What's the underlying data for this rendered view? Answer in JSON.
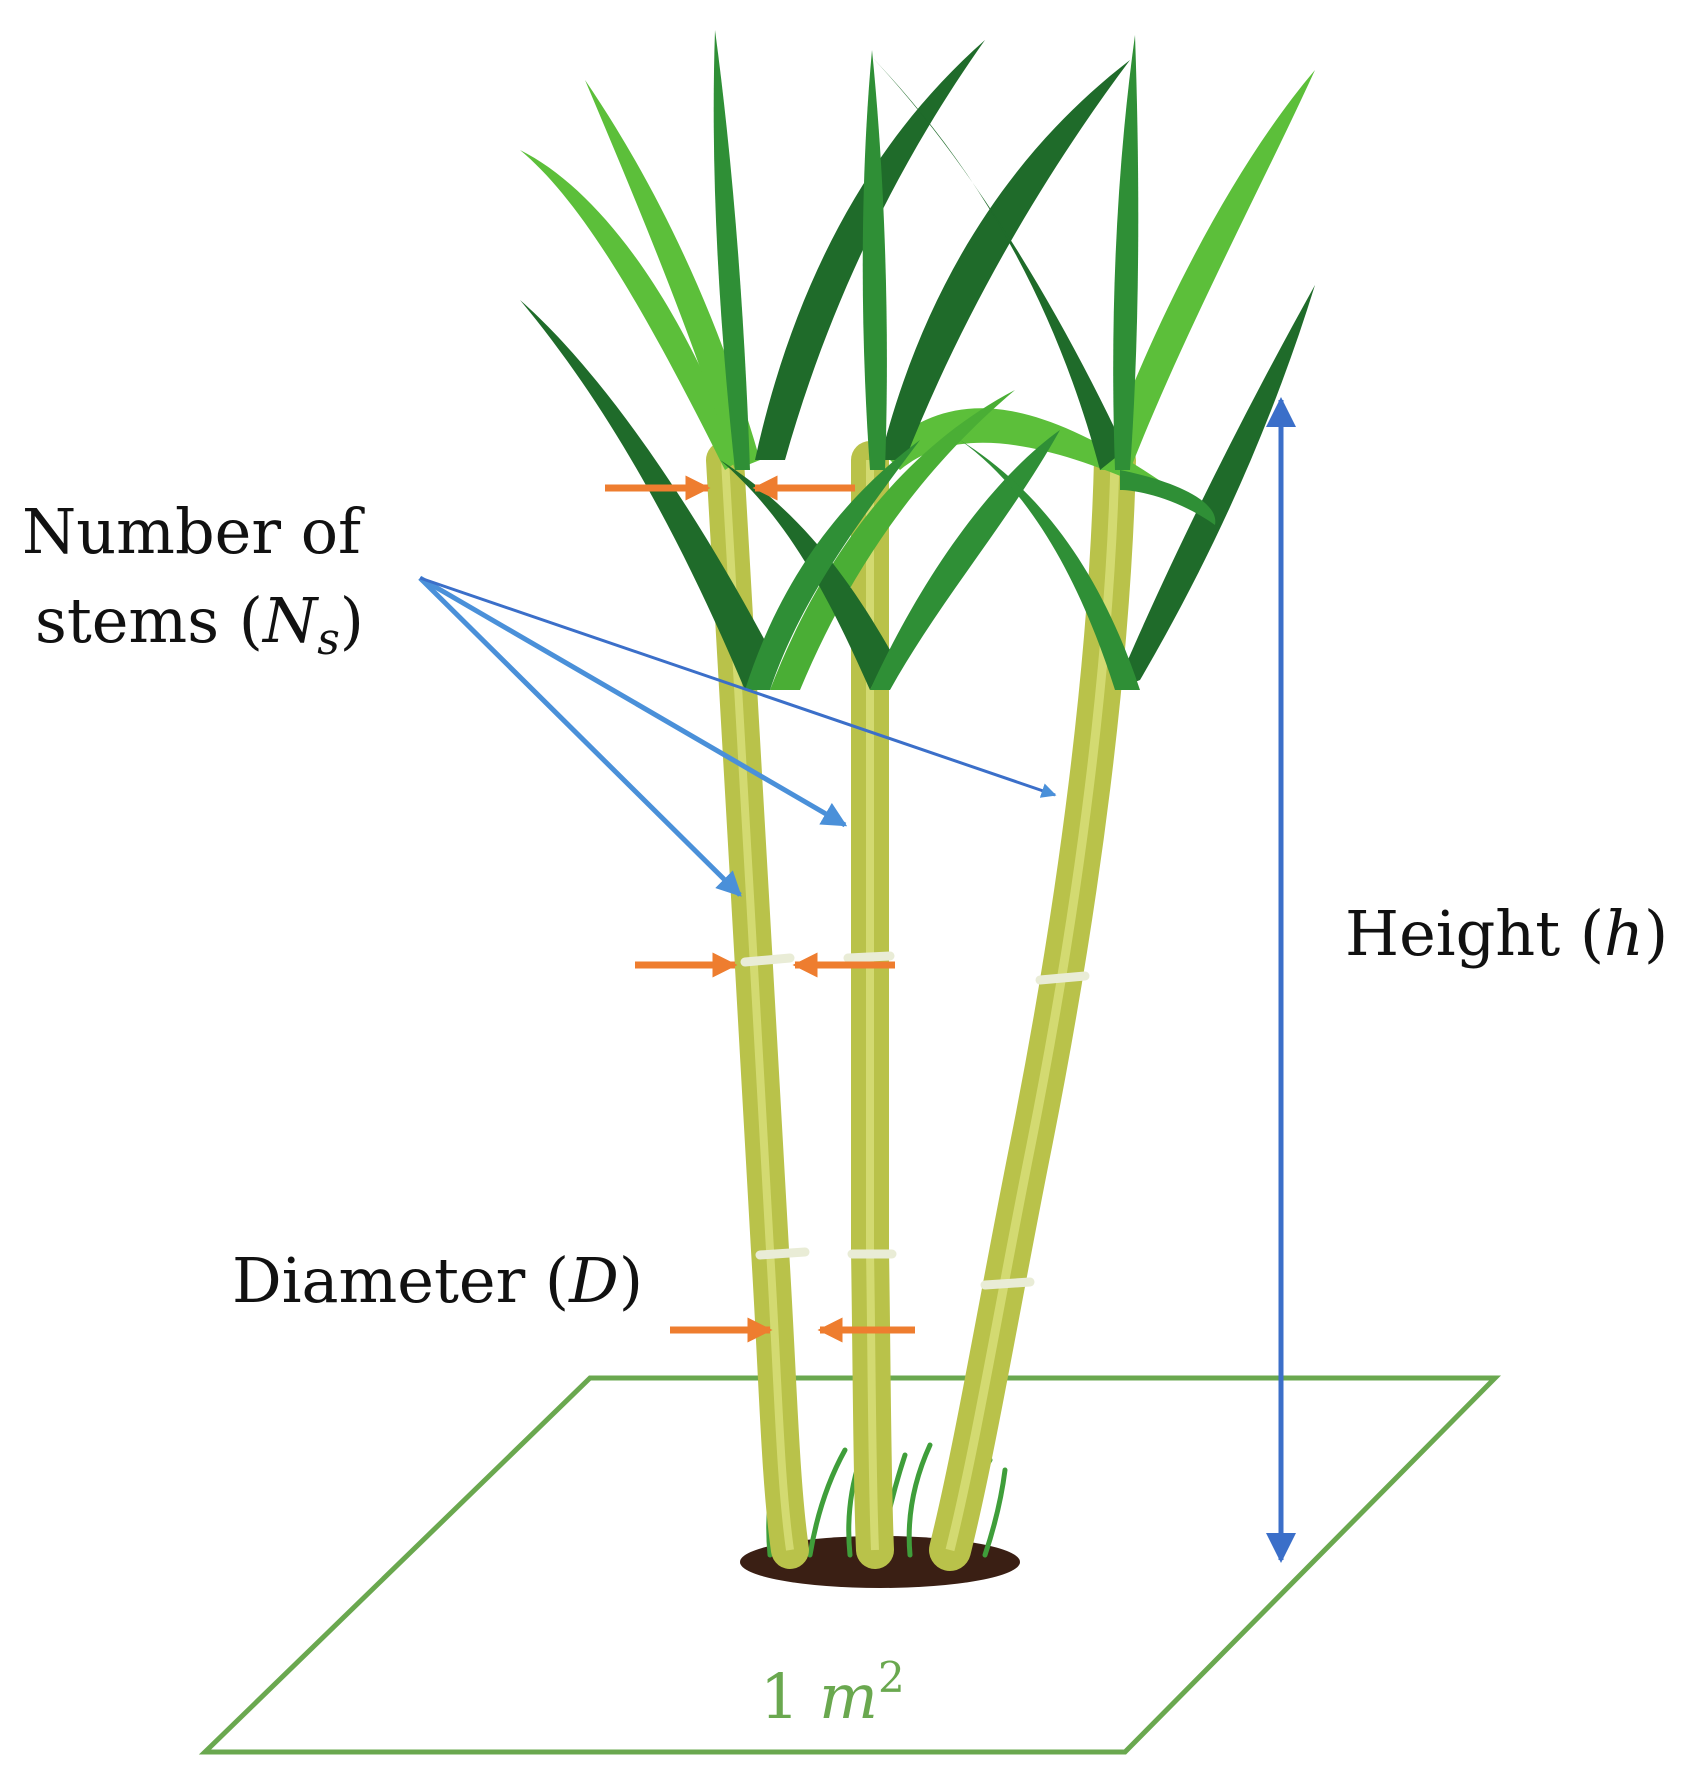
{
  "labels": {
    "stems_line1": "Number of",
    "stems_line2_prefix": "stems (",
    "stems_symbol": "N",
    "stems_subscript": "s",
    "stems_suffix": ")",
    "height_prefix": "Height (",
    "height_symbol": "h",
    "height_suffix": ")",
    "diameter_prefix": "Diameter (",
    "diameter_symbol": "D",
    "diameter_suffix": ")",
    "area_number": "1 ",
    "area_unit": "m",
    "area_exponent": "2"
  },
  "colors": {
    "leaf_dark": "#1f6b2a",
    "leaf_mid": "#2f8f36",
    "leaf_light": "#5cbf3a",
    "stem": "#b9c24a",
    "stem_highlight": "#d9e07a",
    "soil": "#3a1f14",
    "plot_outline": "#6aa84f",
    "height_arrow": "#3b6fc9",
    "stems_arrow": "#4a90d9",
    "diameter_arrow": "#ee7d2f",
    "area_text": "#6aa84f"
  },
  "icons": {
    "plant": "sugarcane-plant-icon",
    "plot": "ground-plot-icon"
  }
}
